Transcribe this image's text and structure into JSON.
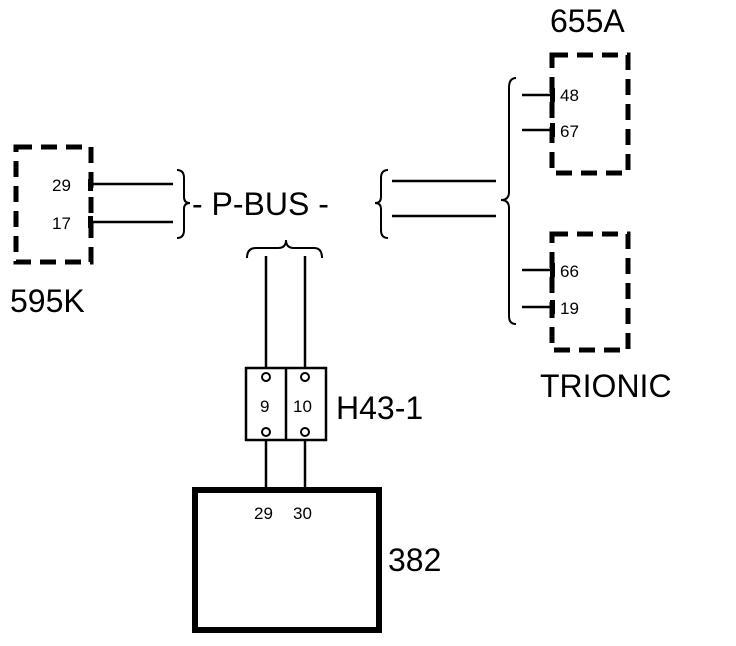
{
  "modules": {
    "m595k": {
      "label": "595K",
      "pins": [
        "29",
        "17"
      ]
    },
    "m655a": {
      "label": "655A",
      "pins": [
        "48",
        "67"
      ]
    },
    "trionic": {
      "label": "TRIONIC",
      "pins": [
        "66",
        "19"
      ]
    },
    "connector": {
      "label": "H43-1",
      "pins": [
        "9",
        "10"
      ]
    },
    "m382": {
      "label": "382",
      "pins": [
        "29",
        "30"
      ]
    }
  },
  "bus": {
    "label": "- P-BUS -"
  },
  "colors": {
    "ink": "#000000",
    "background": "#ffffff"
  }
}
